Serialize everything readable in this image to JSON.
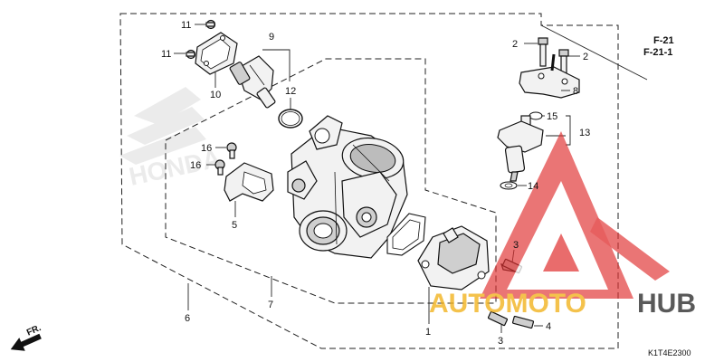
{
  "diagram": {
    "callouts": [
      {
        "id": "c1",
        "text": "1"
      },
      {
        "id": "c2a",
        "text": "2"
      },
      {
        "id": "c2b",
        "text": "2"
      },
      {
        "id": "c3a",
        "text": "3"
      },
      {
        "id": "c3b",
        "text": "3"
      },
      {
        "id": "c4",
        "text": "4"
      },
      {
        "id": "c5",
        "text": "5"
      },
      {
        "id": "c6",
        "text": "6"
      },
      {
        "id": "c7",
        "text": "7"
      },
      {
        "id": "c8",
        "text": "8"
      },
      {
        "id": "c9",
        "text": "9"
      },
      {
        "id": "c10",
        "text": "10"
      },
      {
        "id": "c11a",
        "text": "11"
      },
      {
        "id": "c11b",
        "text": "11"
      },
      {
        "id": "c12",
        "text": "12"
      },
      {
        "id": "c13",
        "text": "13"
      },
      {
        "id": "c14",
        "text": "14"
      },
      {
        "id": "c15",
        "text": "15"
      },
      {
        "id": "c16a",
        "text": "16"
      },
      {
        "id": "c16b",
        "text": "16"
      }
    ],
    "refs": [
      "F-21",
      "F-21-1"
    ],
    "direction_arrow": "FR.",
    "diagram_code": "K1T4E2300",
    "background_brand_text": "HONDA",
    "watermark": {
      "text_part1": "AUTOMOTO",
      "text_part2": "HUB",
      "color_triangle": "#e03030",
      "color_part1": "#f2b21b",
      "color_part2": "#2b2b2b"
    }
  }
}
